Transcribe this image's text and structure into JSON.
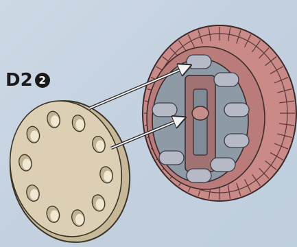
{
  "diagram": {
    "part_code": "D2",
    "quantity": "2",
    "colors": {
      "background": "#c9d6e2",
      "hubcap": "#dccfb4",
      "hubcap_outline": "#3a3428",
      "tire": "#c98a88",
      "tire_outline": "#3a2a2a",
      "wheel_inner": "#8e9aa6",
      "pegs": "#b6bac6",
      "arrow": "#2a2a2a"
    },
    "hubcap_holes": 10,
    "arrows": 2
  }
}
